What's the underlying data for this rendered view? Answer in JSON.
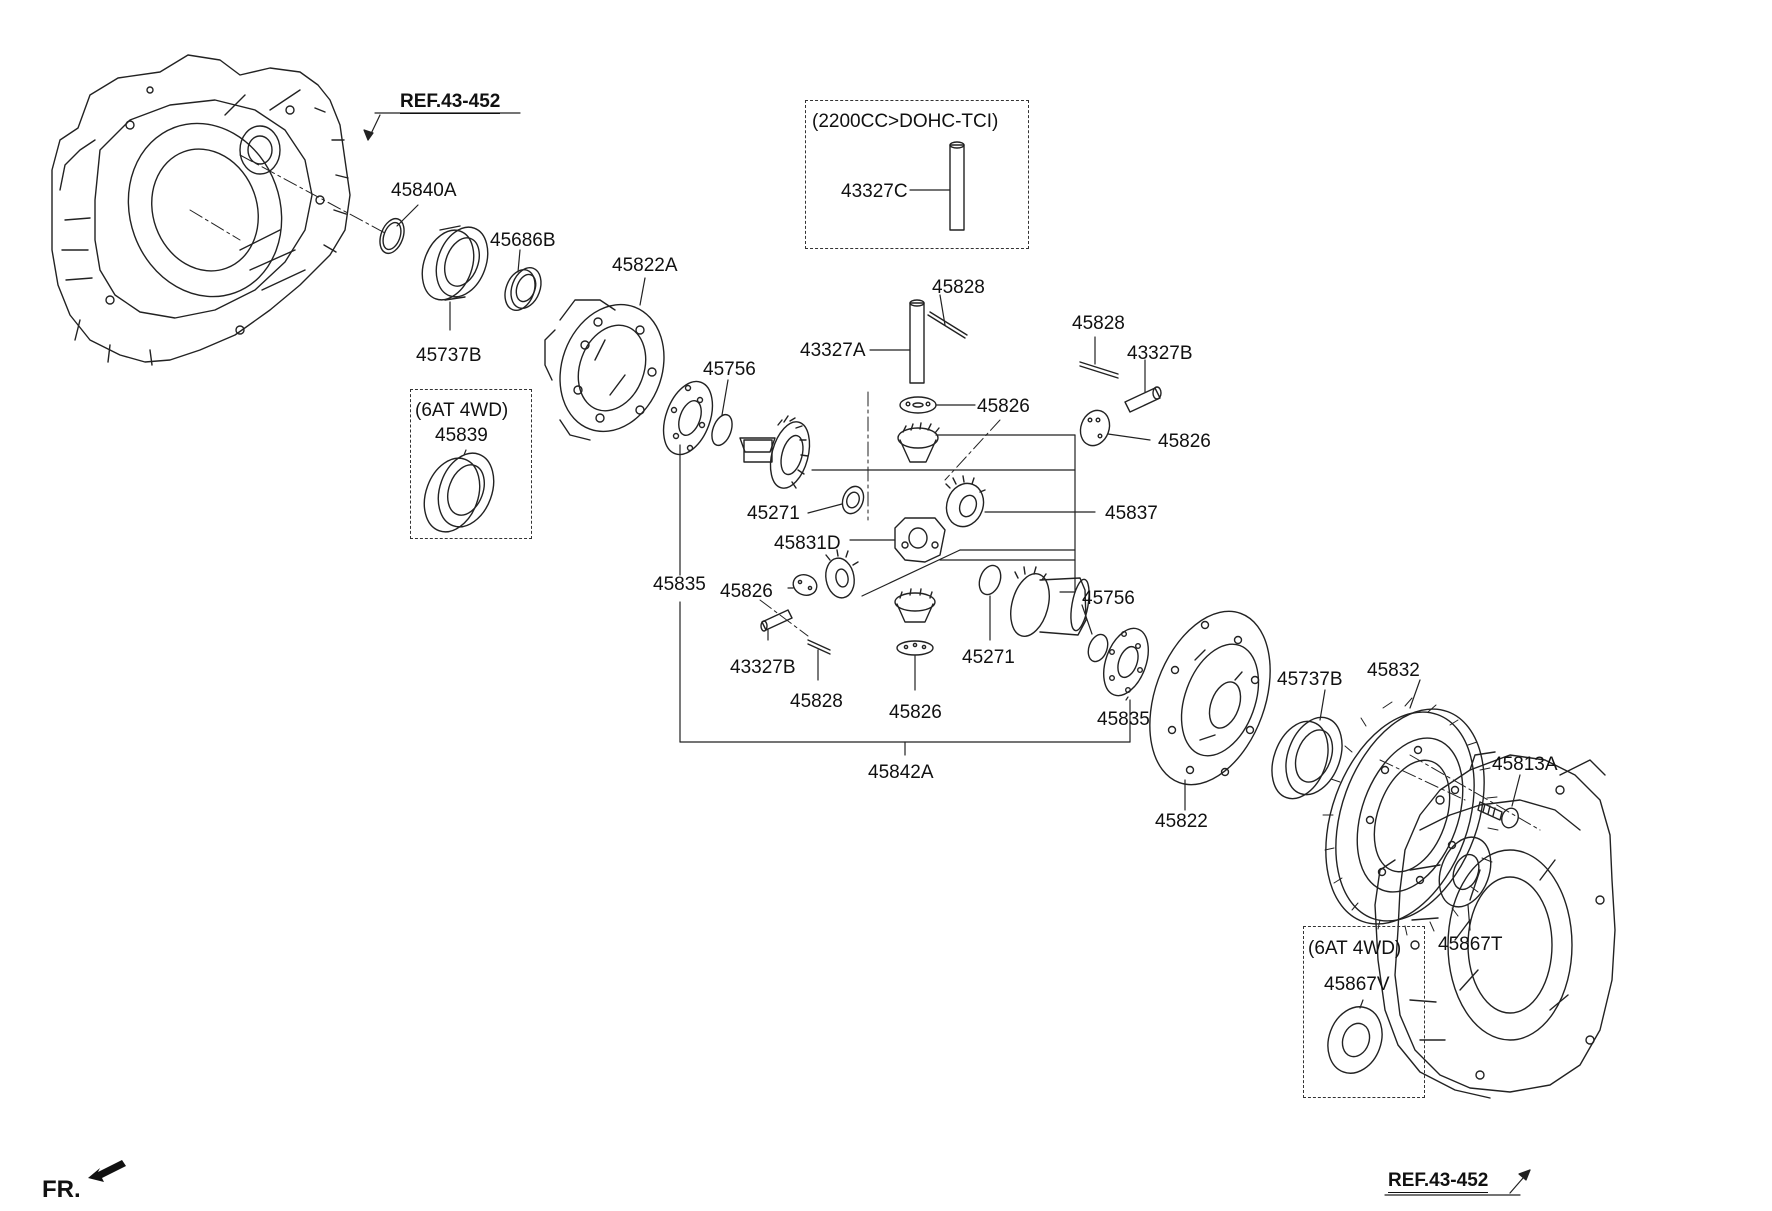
{
  "diagram": {
    "ref_top": "REF.43-452",
    "ref_bottom": "REF.43-452",
    "front_marker": "FR.",
    "option_boxes": {
      "engine_variant": "(2200CC>DOHC-TCI)",
      "awd_left": "(6AT 4WD)",
      "awd_right": "(6AT 4WD)"
    },
    "parts": {
      "p45840A": "45840A",
      "p45686B": "45686B",
      "p45737B_left": "45737B",
      "p45822A": "45822A",
      "p45839": "45839",
      "p43327C": "43327C",
      "p45828_top": "45828",
      "p43327A": "43327A",
      "p45828_right": "45828",
      "p43327B_right": "43327B",
      "p45756_top": "45756",
      "p45826_top": "45826",
      "p45826_right": "45826",
      "p45271_left": "45271",
      "p45837": "45837",
      "p45831D": "45831D",
      "p45835_left": "45835",
      "p45826_left": "45826",
      "p45756_bottom": "45756",
      "p43327B_left": "43327B",
      "p45271_bottom": "45271",
      "p45828_bottom": "45828",
      "p45826_bottom": "45826",
      "p45835_right": "45835",
      "p45842A": "45842A",
      "p45737B_right": "45737B",
      "p45832": "45832",
      "p45822": "45822",
      "p45813A": "45813A",
      "p45867T": "45867T",
      "p45867V": "45867V"
    }
  }
}
